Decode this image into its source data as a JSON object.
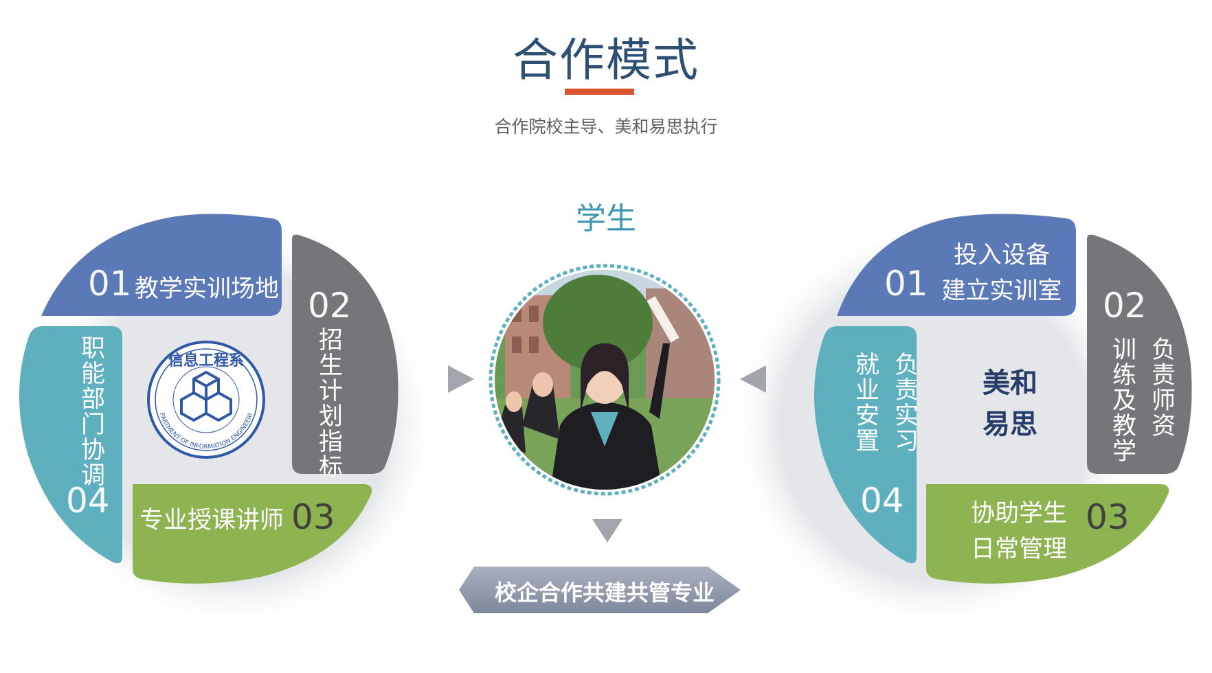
{
  "header": {
    "title": "合作模式",
    "subtitle": "合作院校主导、美和易思执行"
  },
  "center": {
    "label": "学生",
    "banner": "校企合作共建共管专业"
  },
  "left_wheel": {
    "logo_text": "信息工程系",
    "logo_subtext": "DEPARTMENT OF INFORMATION ENGINEERING",
    "segments": [
      {
        "num": "01",
        "label": "教学实训场地"
      },
      {
        "num": "02",
        "label": "招生计划指标"
      },
      {
        "num": "03",
        "label": "专业授课讲师"
      },
      {
        "num": "04",
        "label": "职能部门协调"
      }
    ]
  },
  "right_wheel": {
    "brand": [
      "美和",
      "易思"
    ],
    "segments": [
      {
        "num": "01",
        "lines": [
          "投入设备",
          "建立实训室"
        ]
      },
      {
        "num": "02",
        "lines": [
          "负责师资",
          "训练及教学"
        ]
      },
      {
        "num": "03",
        "lines": [
          "协助学生",
          "日常管理"
        ]
      },
      {
        "num": "04",
        "lines": [
          "负责实习",
          "就业安置"
        ]
      }
    ]
  },
  "colors": {
    "blue": "#5b79b6",
    "gray": "#76757a",
    "green": "#8db451",
    "teal": "#5fb0bf",
    "title": "#2c4f73",
    "accent": "#d9532f"
  }
}
